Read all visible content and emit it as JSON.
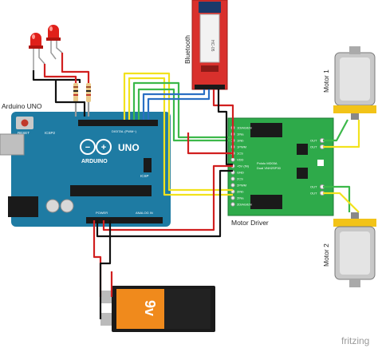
{
  "labels": {
    "arduino": "Arduino UNO",
    "bluetooth": "Bluetooth",
    "motor_driver": "Motor Driver",
    "motor1": "Motor 1",
    "motor2": "Motor 2",
    "battery": "9v",
    "watermark": "fritzing"
  },
  "arduino_board": {
    "logo_text": "UNO",
    "brand": "ARDUINO",
    "reset": "RESET",
    "icsp2": "ICSP2",
    "icsp": "ICSP",
    "digital_header": "DIGITAL (PWM~)",
    "power_header": "POWER",
    "analog_header": "ANALOG IN"
  },
  "bluetooth_module": {
    "chip_text": "HC-05"
  },
  "driver_board": {
    "name": "Pololu MD03A",
    "subtitle": "Dual VNH2SP30",
    "pins": [
      "1DIAG/EN",
      "1INa",
      "1INb",
      "1PWM",
      "1CS",
      "VDD",
      "+5V (IN)",
      "GND",
      "2CS",
      "2PWM",
      "2INb",
      "2INa",
      "2DIAG/EN"
    ],
    "motor_pins": [
      "OUT",
      "OUT",
      "OUT",
      "OUT"
    ]
  },
  "colors": {
    "arduino_blue": "#1e7ba3",
    "bluetooth_red": "#d9302c",
    "driver_green": "#2eaa4a",
    "wire_red": "#d11f1f",
    "wire_black": "#111111",
    "wire_yellow": "#f2e21d",
    "wire_green": "#3cb84a",
    "wire_blue": "#2b6fc4",
    "wire_gray": "#8a8a8a"
  }
}
